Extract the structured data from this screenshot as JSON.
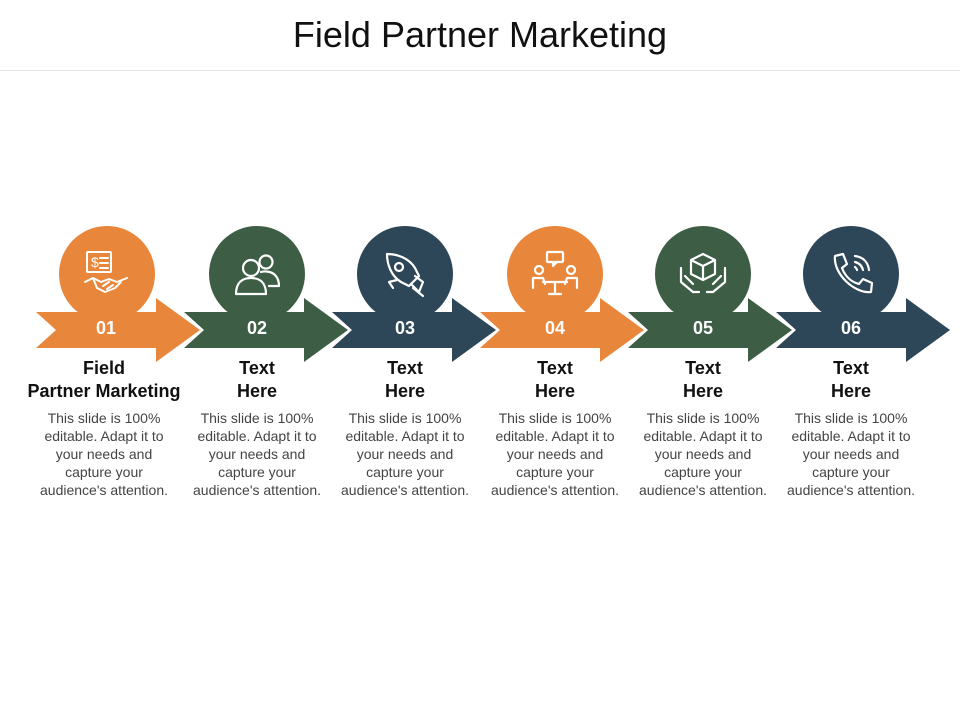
{
  "title": "Field Partner Marketing",
  "colors": {
    "orange": "#E8873B",
    "green": "#3D5E45",
    "navy": "#2D4658"
  },
  "steps": [
    {
      "number": "01",
      "heading": [
        "Field",
        "Partner Marketing"
      ],
      "text": "This slide is 100% editable. Adapt it to your needs and capture your audience's attention.",
      "color": "#E8873B",
      "icon": "handshake-dollar-icon"
    },
    {
      "number": "02",
      "heading": [
        "Text",
        "Here"
      ],
      "text": "This slide is 100% editable. Adapt it to your needs and capture your audience's attention.",
      "color": "#3D5E45",
      "icon": "people-icon"
    },
    {
      "number": "03",
      "heading": [
        "Text",
        "Here"
      ],
      "text": "This slide is 100% editable. Adapt it to your needs and capture your audience's attention.",
      "color": "#2D4658",
      "icon": "rocket-icon"
    },
    {
      "number": "04",
      "heading": [
        "Text",
        "Here"
      ],
      "text": "This slide is 100% editable. Adapt it to your needs and capture your audience's attention.",
      "color": "#E8873B",
      "icon": "meeting-icon"
    },
    {
      "number": "05",
      "heading": [
        "Text",
        "Here"
      ],
      "text": "This slide is 100% editable. Adapt it to your needs and capture your audience's attention.",
      "color": "#3D5E45",
      "icon": "box-hands-icon"
    },
    {
      "number": "06",
      "heading": [
        "Text",
        "Here"
      ],
      "text": "This slide is 100% editable. Adapt it to your needs and capture your audience's attention.",
      "color": "#2D4658",
      "icon": "phone-icon"
    }
  ]
}
